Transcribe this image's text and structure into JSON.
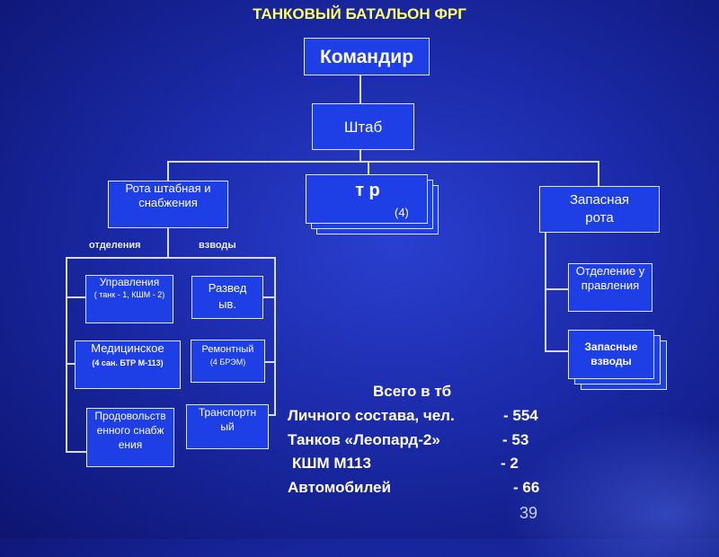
{
  "title": "ТАНКОВЫЙ БАТАЛЬОН ФРГ",
  "commander": "Командир",
  "staff": "Штаб",
  "hq_company": "Рота штабная и снабжения",
  "hq_sections_label": "отделения",
  "hq_platoons_label": "взводы",
  "tank_company": "т р",
  "tank_company_count": "(4)",
  "reserve_company": "Запасная рота",
  "reserve_section": "Отделение управления",
  "reserve_platoons": "Запасные взводы",
  "sections": {
    "control": "Управления",
    "control_note": "( танк - 1, КШМ - 2)",
    "medical": "Медицинское",
    "medical_note": "(4 сан. БТР М-113)",
    "supply": "Продовольственного снабжения"
  },
  "platoons": {
    "recon": "Развед ыв.",
    "repair": "Ремонтный",
    "repair_note": "(4 БРЭМ)",
    "transport": "Транспортный"
  },
  "totals": {
    "header": "Всего в тб",
    "rows": [
      {
        "label": "Личного состава, чел.",
        "value": "- 554"
      },
      {
        "label": "Танков «Леопард-2»",
        "value": "- 53"
      },
      {
        "label": "КШМ М113",
        "value": "- 2"
      },
      {
        "label": "Автомобилей",
        "value": "- 66"
      }
    ]
  },
  "page_number": "39"
}
